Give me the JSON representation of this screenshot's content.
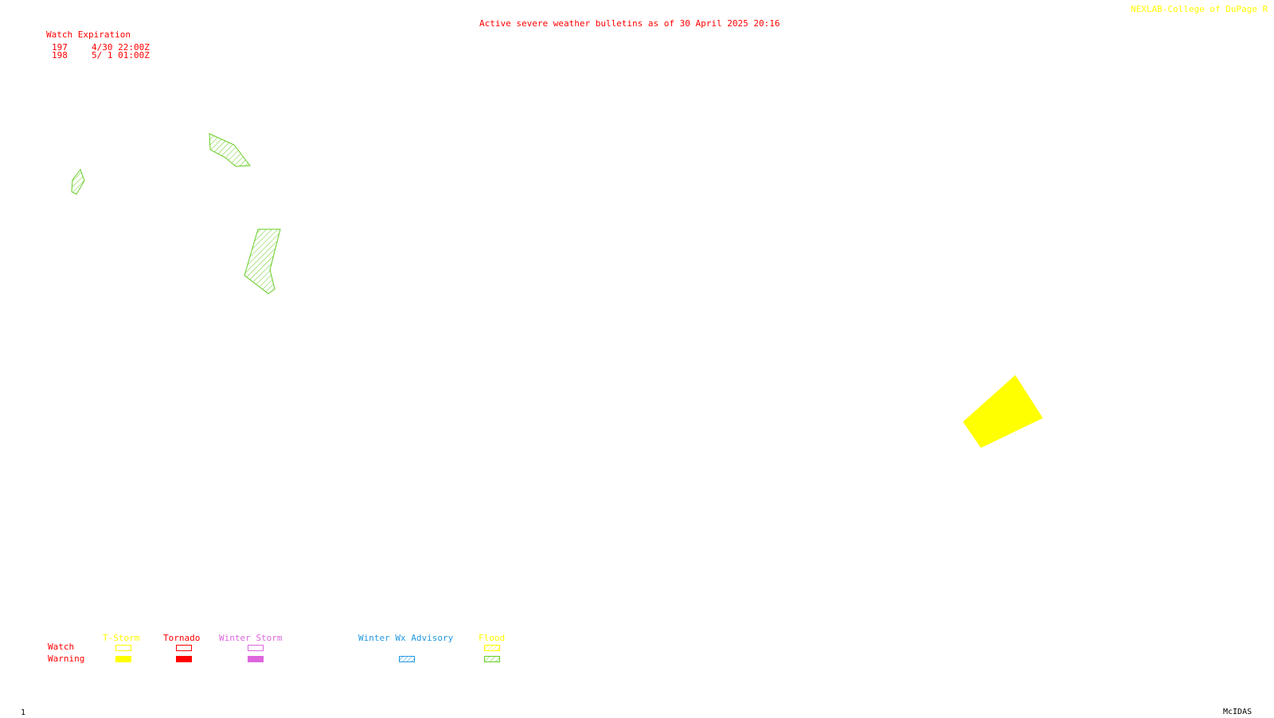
{
  "header": {
    "title": "Active severe weather bulletins as of 30 April 2025 20:16",
    "credit": "NEXLAB-College of DuPage R"
  },
  "watch_table": {
    "heading": "Watch Expiration",
    "rows": [
      {
        "id": "197",
        "expires": "4/30 22:00Z"
      },
      {
        "id": "198",
        "expires": "5/ 1 01:00Z"
      }
    ]
  },
  "legend": {
    "row_labels": {
      "watch": "Watch",
      "warning": "Warning"
    },
    "columns": [
      {
        "label": "T-Storm",
        "color": "#ffff00"
      },
      {
        "label": "Tornado",
        "color": "#ff0000"
      },
      {
        "label": "Winter Storm",
        "color": "#dd66dd"
      },
      {
        "label": "Winter Wx Advisory",
        "color": "#2299dd"
      },
      {
        "label": "Flood",
        "color": "#66cc22"
      }
    ]
  },
  "footer": {
    "frame_number": "1",
    "software": "McIDAS"
  },
  "colors": {
    "title": "#ff0000",
    "credit": "#ffff00",
    "flood": "#66cc22",
    "tstorm": "#ffff00"
  }
}
